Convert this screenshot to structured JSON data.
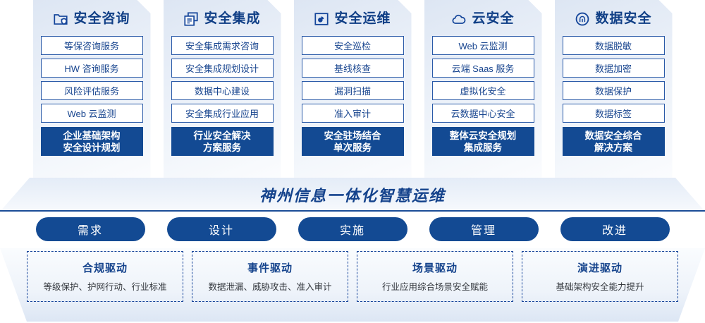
{
  "colors": {
    "brand_dark_blue": "#134a93",
    "title_blue": "#15438c",
    "item_border": "#2a5aa8",
    "item_text": "#18458f",
    "dashed_border": "#16449a"
  },
  "columns": [
    {
      "icon": "folder-shield-icon",
      "title": "安全咨询",
      "items": [
        "等保咨询服务",
        "HW 咨询服务",
        "风险评估服务",
        "Web 云监测"
      ],
      "footer": [
        "企业基础架构",
        "安全设计规划"
      ]
    },
    {
      "icon": "stacked-documents-icon",
      "title": "安全集成",
      "items": [
        "安全集成需求咨询",
        "安全集成规划设计",
        "数据中心建设",
        "安全集成行业应用"
      ],
      "footer": [
        "行业安全解决",
        "方案服务"
      ]
    },
    {
      "icon": "monitor-chart-icon",
      "title": "安全运维",
      "items": [
        "安全巡检",
        "基线核查",
        "漏洞扫描",
        "准入审计"
      ],
      "footer": [
        "安全驻场结合",
        "单次服务"
      ]
    },
    {
      "icon": "cloud-icon",
      "title": "云安全",
      "items": [
        "Web 云监测",
        "云端 Saas 服务",
        "虚拟化安全",
        "云数据中心安全"
      ],
      "footer": [
        "整体云安全规划",
        "集成服务"
      ]
    },
    {
      "icon": "fingerprint-icon",
      "title": "数据安全",
      "items": [
        "数据脱敏",
        "数据加密",
        "数据保护",
        "数据标签"
      ],
      "footer": [
        "数据安全综合",
        "解决方案"
      ]
    }
  ],
  "banner": {
    "title": "神州信息一体化智慧运维"
  },
  "pills": [
    {
      "label": "需求"
    },
    {
      "label": "设计"
    },
    {
      "label": "实施"
    },
    {
      "label": "管理"
    },
    {
      "label": "改进"
    }
  ],
  "drivers": [
    {
      "title": "合规驱动",
      "desc": "等级保护、护网行动、行业标准"
    },
    {
      "title": "事件驱动",
      "desc": "数据泄漏、威胁攻击、准入审计"
    },
    {
      "title": "场景驱动",
      "desc": "行业应用综合场景安全赋能"
    },
    {
      "title": "演进驱动",
      "desc": "基础架构安全能力提升"
    }
  ]
}
